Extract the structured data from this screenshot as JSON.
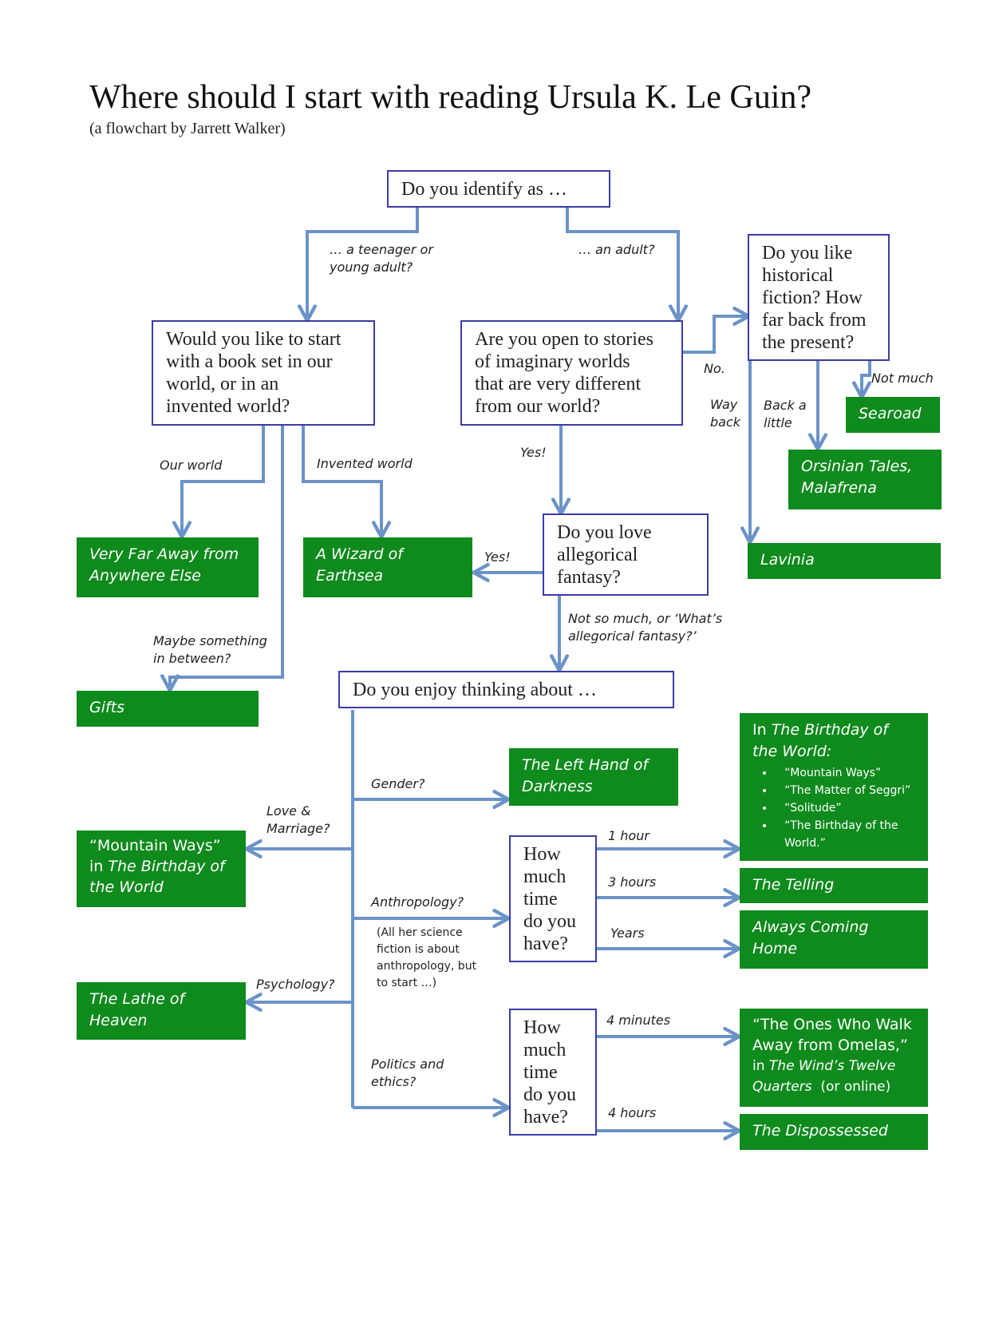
{
  "title": "Where should I start with reading Ursula K. Le Guin?",
  "subtitle": "(a flowchart by Jarrett Walker)",
  "questions": {
    "identify": "Do you identify as …",
    "world": [
      "Would you like to start",
      "with a book set in our",
      "world, or in an",
      "invented world?"
    ],
    "imaginary": [
      "Are you open to stories",
      "of imaginary worlds",
      "that are very different",
      "from our world?"
    ],
    "historical": [
      "Do you like",
      "historical",
      "fiction? How",
      "far back from",
      "the present?"
    ],
    "allegorical": [
      "Do you love",
      "allegorical",
      "fantasy?"
    ],
    "enjoy": "Do you enjoy thinking about …",
    "time1": [
      "How",
      "much",
      "time",
      "do you",
      "have?"
    ],
    "time2": [
      "How",
      "much",
      "time",
      "do you",
      "have?"
    ]
  },
  "books": {
    "far_away": [
      "Very Far Away from",
      "Anywhere Else"
    ],
    "wizard": [
      "A Wizard of",
      "Earthsea"
    ],
    "gifts": "Gifts",
    "searoad": "Searoad",
    "orsinian": [
      "Orsinian Tales,",
      "Malafrena"
    ],
    "lavinia": "Lavinia",
    "left_hand": [
      "The Left Hand of",
      "Darkness"
    ],
    "birthday": {
      "prefix": "In ",
      "title1": "The Birthday of",
      "title2": "the World:",
      "items": [
        "“Mountain Ways”",
        "“The Matter of Seggri”",
        "“Solitude”",
        "“The Birthday of the World.”"
      ]
    },
    "mountain_ways": {
      "line1": "“Mountain Ways”",
      "line2_prefix": "in ",
      "line2_title": "The Birthday of",
      "line3": "the World"
    },
    "telling": "The Telling",
    "always_coming": [
      "Always Coming",
      "Home"
    ],
    "lathe": [
      "The Lathe of",
      "Heaven"
    ],
    "omelas": {
      "line1": "“The Ones Who Walk",
      "line2": "Away from Omelas,”",
      "line3_prefix": "in ",
      "line3_title": "The Wind’s Twelve",
      "line4_title": "Quarters",
      "line4_suffix": "  (or online)"
    },
    "dispossessed": "The Dispossessed"
  },
  "labels": {
    "teen": [
      "… a teenager or",
      "young adult?"
    ],
    "adult": "… an adult?",
    "our_world": "Our world",
    "invented_world": "Invented world",
    "in_between": [
      "Maybe something",
      "in between?"
    ],
    "no": "No.",
    "way_back": [
      "Way",
      "back"
    ],
    "back_little": [
      "Back a",
      "little"
    ],
    "not_much": "Not much",
    "yes1": "Yes!",
    "yes2": "Yes!",
    "not_so_much": [
      "Not so much, or ‘What’s",
      "allegorical fantasy?’"
    ],
    "gender": "Gender?",
    "love": [
      "Love &",
      "Marriage?"
    ],
    "anthropology": "Anthropology?",
    "anthro_note": [
      "(All her science",
      "fiction is about",
      "anthropology, but",
      "to start …)"
    ],
    "psychology": "Psychology?",
    "politics": [
      "Politics and",
      "ethics?"
    ],
    "one_hour": "1 hour",
    "three_hours": "3 hours",
    "years": "Years",
    "four_minutes": "4 minutes",
    "four_hours": "4 hours"
  },
  "colors": {
    "book_fill": "#0f8a1d",
    "question_border": "#3b3ba8",
    "arrow": "#6b93c8"
  }
}
